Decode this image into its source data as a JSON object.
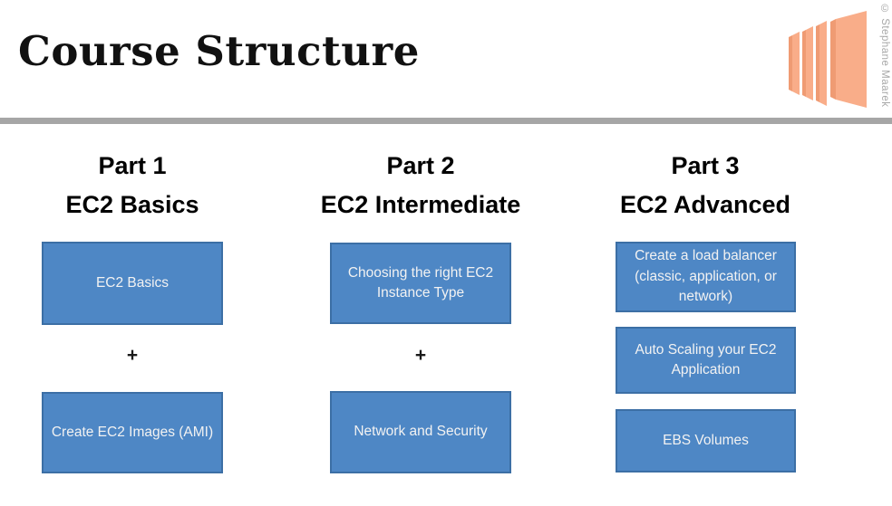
{
  "slide": {
    "title": "Course Structure",
    "copyright": "© Stephane Maarek"
  },
  "columns": [
    {
      "part": "Part 1",
      "subtitle": "EC2 Basics",
      "separator": "+",
      "boxes": [
        "EC2 Basics",
        "Create EC2 Images (AMI)"
      ]
    },
    {
      "part": "Part 2",
      "subtitle": "EC2 Intermediate",
      "separator": "+",
      "boxes": [
        "Choosing the right EC2 Instance Type",
        "Network and Security"
      ]
    },
    {
      "part": "Part 3",
      "subtitle": "EC2 Advanced",
      "boxes": [
        "Create a load balancer (classic, application, or network)",
        "Auto Scaling your EC2 Application",
        "EBS Volumes"
      ]
    }
  ],
  "colors": {
    "box_fill": "#4e87c5",
    "box_border": "#3c6fa5",
    "box_text": "#f2f2f2",
    "divider_gray": "#a6a6a6",
    "icon_front": "#f9ad89",
    "icon_side": "#ef9b73"
  }
}
